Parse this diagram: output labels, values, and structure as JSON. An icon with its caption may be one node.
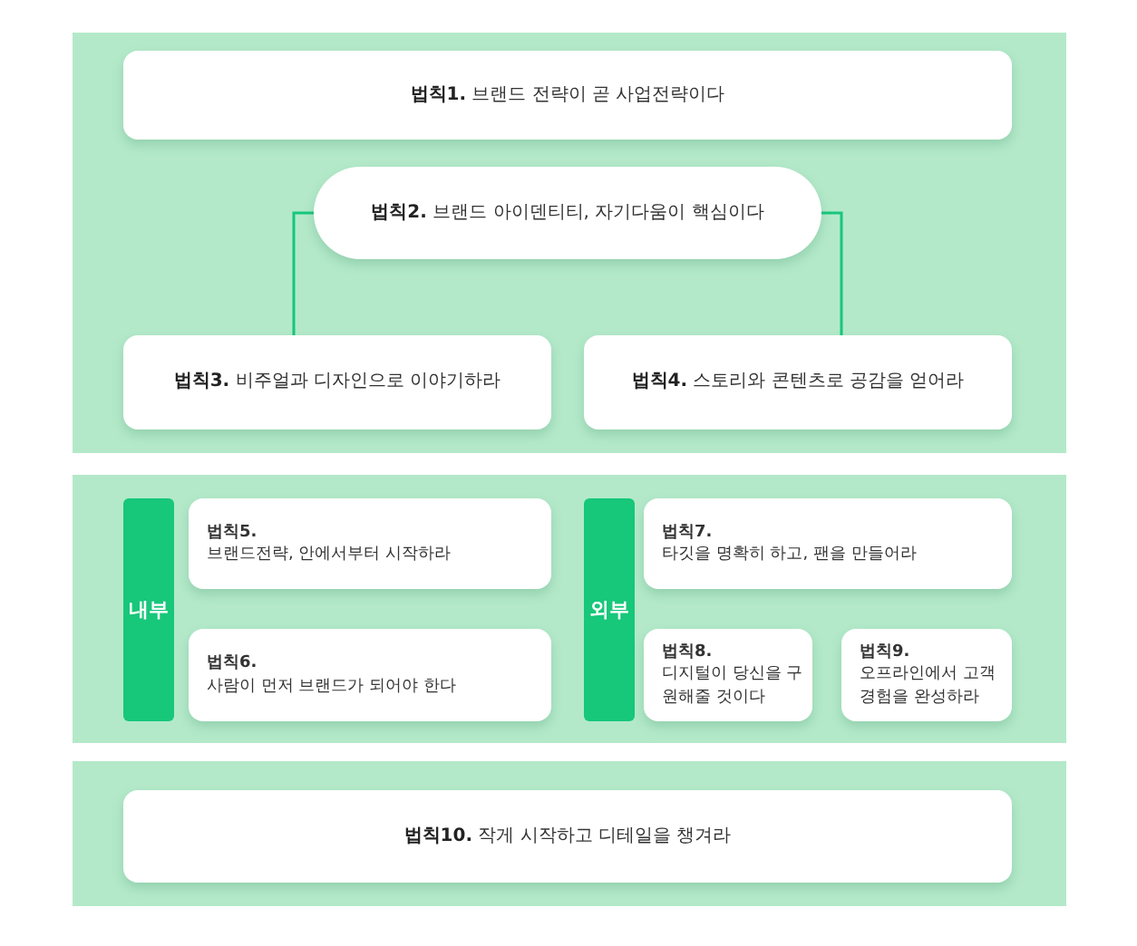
{
  "diagram": {
    "nodes": [
      {
        "text": [],
        "shape": "band"
      },
      {
        "text": [
          "**법칙1.** 브랜드 전략이 곧 사업전략이다"
        ],
        "in": 0
      },
      {
        "text": [
          "**법칙2.** 브랜드 아이덴티티, 자기다움이 핵심이다"
        ],
        "in": 0
      },
      {
        "text": [
          "**법칙3.** 비주얼과 디자인으로 이야기하라"
        ],
        "in": 0
      },
      {
        "text": [
          "**법칙4.** 스토리와 콘텐츠로 공감을 얻어라"
        ],
        "in": 0
      },
      {
        "text": [],
        "shape": "band"
      },
      {
        "text": [
          "내부"
        ],
        "in": 5
      },
      {
        "text": [
          "법칙5.",
          "브랜드전략, 안에서부터 시작하라"
        ],
        "in": 5
      },
      {
        "text": [
          "법칙6.",
          "사람이 먼저 브랜드가 되어야 한다"
        ],
        "in": 5
      },
      {
        "text": [
          "외부"
        ],
        "in": 5
      },
      {
        "text": [
          "법칙7.",
          "타깃을 명확히 하고, 팬을 만들어라"
        ],
        "in": 5
      },
      {
        "text": [
          "법칙8.",
          "디지털이 당신을 구원해줄 것이다"
        ],
        "in": 5
      },
      {
        "text": [
          "법칙9.",
          "오프라인에서 고객 경험을 완성하라"
        ],
        "in": 5
      },
      {
        "text": [],
        "shape": "band"
      },
      {
        "text": [
          "**법칙10.** 작게 시작하고 디테일을 챙겨라"
        ],
        "in": 13
      }
    ],
    "edges": [
      {
        "from": 2,
        "to": 3,
        "arrow": "none"
      },
      {
        "from": 2,
        "to": 4,
        "arrow": "none"
      }
    ]
  }
}
